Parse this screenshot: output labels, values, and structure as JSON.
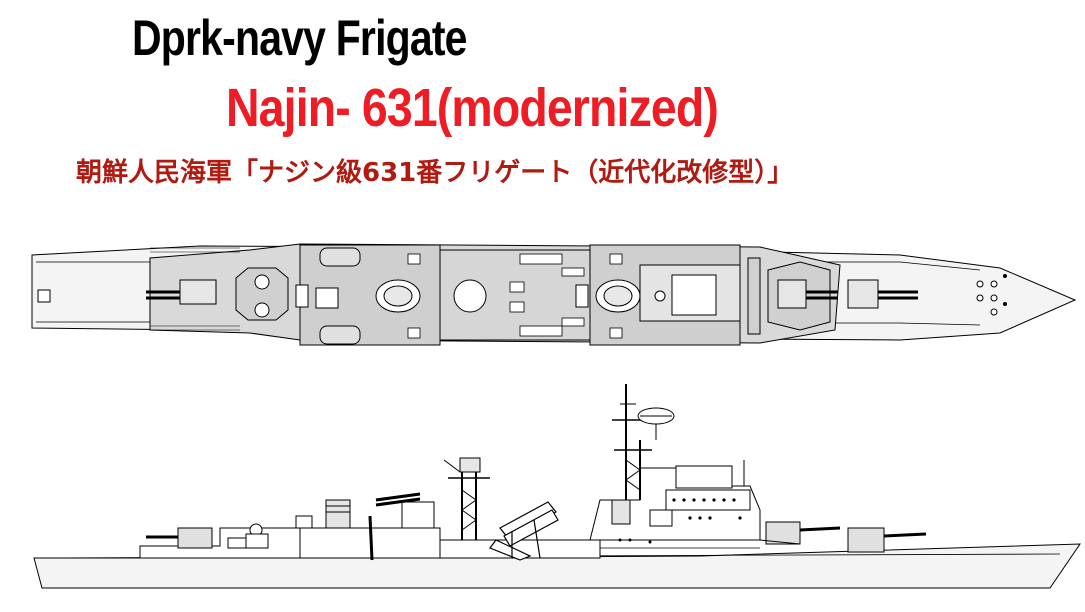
{
  "title": {
    "line1": "Dprk-navy Frigate",
    "line2": "Najin- 631(modernized)",
    "line3": "朝鮮人民海軍「ナジン級631番フリゲート（近代化改修型）」"
  },
  "colors": {
    "title_black": "#000000",
    "title_red": "#ee1c24",
    "subtitle_dark_red": "#b01a10",
    "hull_fill": "#f2f2f2",
    "deck_fill": "#d9d9d9",
    "line": "#000000"
  },
  "views": [
    "plan-view",
    "profile-view"
  ]
}
